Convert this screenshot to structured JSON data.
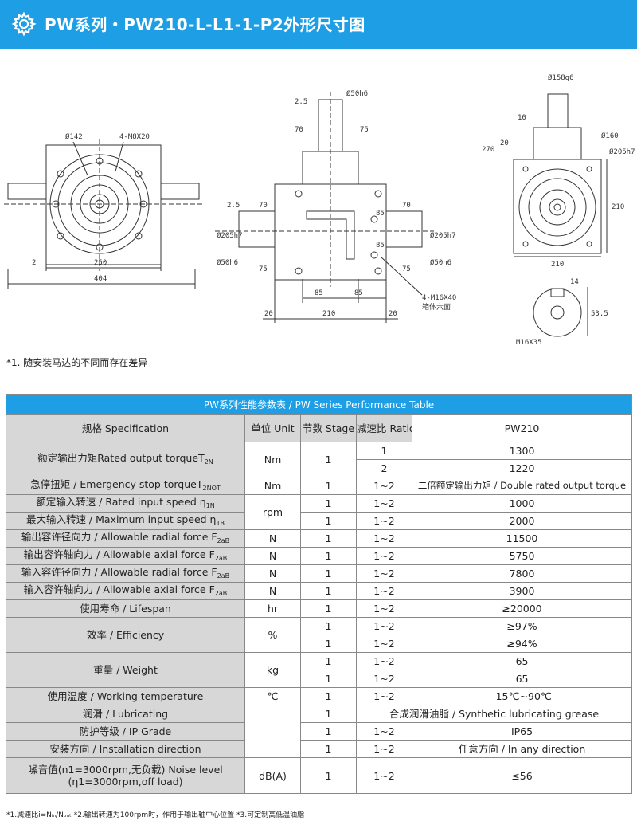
{
  "header": {
    "title": "PW系列・PW210-L-L1-1-P2外形尺寸图"
  },
  "drawing": {
    "front": {
      "d1": "Ø142",
      "bolt": "4-M8X20",
      "w1": "2",
      "w2": "250",
      "w3": "404"
    },
    "side": {
      "top_d": "Ø50h6",
      "t1": "2.5",
      "t2": "70",
      "t3": "75",
      "l1": "2.5",
      "l2": "70",
      "l3": "75",
      "dleft": "Ø205h7",
      "dleft2": "Ø50h6",
      "r1": "70",
      "r2": "75",
      "dright": "Ø50h6",
      "dright2": "Ø205h7",
      "v1": "85",
      "v2": "85",
      "b1": "85",
      "b2": "85",
      "b3": "20",
      "b4": "210",
      "b5": "20",
      "thread": "4-M16X40",
      "thread2": "箱体六面"
    },
    "end": {
      "d1": "Ø158g6",
      "h1": "10",
      "h2": "20",
      "h3": "270",
      "d2": "Ø160",
      "d3": "Ø205h7",
      "w1": "210",
      "h4": "210"
    },
    "shaft": {
      "w": "14",
      "h": "53.5",
      "t": "M16X35"
    }
  },
  "note1": "*1. 随安装马达的不同而存在差异",
  "table": {
    "caption": "PW系列性能参数表 / PW Series Performance Table",
    "head": {
      "spec": "规格 Specification",
      "unit": "单位 Unit",
      "stage": "节数 Stage",
      "ratio": "减速比 Ratio",
      "model": "PW210"
    },
    "rows": {
      "torque": {
        "label": "额定输出力矩Rated output torqueT",
        "sub": "2N",
        "unit": "Nm",
        "stage": "1",
        "r1": "1",
        "v1": "1300",
        "r2": "2",
        "v2": "1220"
      },
      "estop": {
        "label": "急停扭矩 / Emergency stop torqueT",
        "sub": "2NOT",
        "unit": "Nm",
        "stage": "1",
        "ratio": "1~2",
        "value": "二倍额定输出力矩 / Double rated output torque"
      },
      "rspeed": {
        "label": "额定输入转速 / Rated input speed η",
        "sub": "1N",
        "stage": "1",
        "ratio": "1~2",
        "value": "1000"
      },
      "mspeed": {
        "label": "最大输入转速 / Maximum input speed η",
        "sub": "1B",
        "unit": "rpm",
        "stage": "1",
        "ratio": "1~2",
        "value": "2000"
      },
      "oradial": {
        "label": "输出容许径向力 / Allowable radial force F",
        "sub": "2aB",
        "unit": "N",
        "stage": "1",
        "ratio": "1~2",
        "value": "11500"
      },
      "oaxial": {
        "label": "输出容许轴向力 / Allowable axial force F",
        "sub": "2aB",
        "unit": "N",
        "stage": "1",
        "ratio": "1~2",
        "value": "5750"
      },
      "iradial": {
        "label": "输入容许径向力 / Allowable radial force F",
        "sub": "2aB",
        "unit": "N",
        "stage": "1",
        "ratio": "1~2",
        "value": "7800"
      },
      "iaxial": {
        "label": "输入容许轴向力 / Allowable axial force F",
        "sub": "2aB",
        "unit": "N",
        "stage": "1",
        "ratio": "1~2",
        "value": "3900"
      },
      "life": {
        "label": "使用寿命 / Lifespan",
        "unit": "hr",
        "stage": "1",
        "ratio": "1~2",
        "value": "≥20000"
      },
      "eff": {
        "label": "效率 / Efficiency",
        "unit": "%",
        "stage": "1",
        "ratio": "1~2",
        "v1": "≥97%",
        "v2": "≥94%"
      },
      "weight": {
        "label": "重量 / Weight",
        "unit": "kg",
        "stage": "1",
        "ratio": "1~2",
        "v1": "65",
        "v2": "65"
      },
      "temp": {
        "label": "使用温度 / Working temperature",
        "unit": "℃",
        "stage": "1",
        "ratio": "1~2",
        "value": "-15℃~90℃"
      },
      "lube": {
        "label": "润滑 / Lubricating",
        "stage": "1",
        "value": "合成润滑油脂 / Synthetic lubricating grease"
      },
      "ip": {
        "label": "防护等级 / IP Grade",
        "stage": "1",
        "ratio": "1~2",
        "value": "IP65"
      },
      "install": {
        "label": "安装方向 / Installation direction",
        "stage": "1",
        "ratio": "1~2",
        "value": "任意方向 / In any direction"
      },
      "noise": {
        "label1": "噪音值(n1=3000rpm,无负载) Noise level",
        "label2": "(η1=3000rpm,off load)",
        "unit": "dB(A)",
        "stage": "1",
        "ratio": "1~2",
        "value": "≤56"
      }
    }
  },
  "footer": "*1.减速比i=Nᵢₙ/Nₒᵤₜ   *2.输出转速为100rpm时，作用于输出轴中心位置   *3.可定制高低温油脂"
}
